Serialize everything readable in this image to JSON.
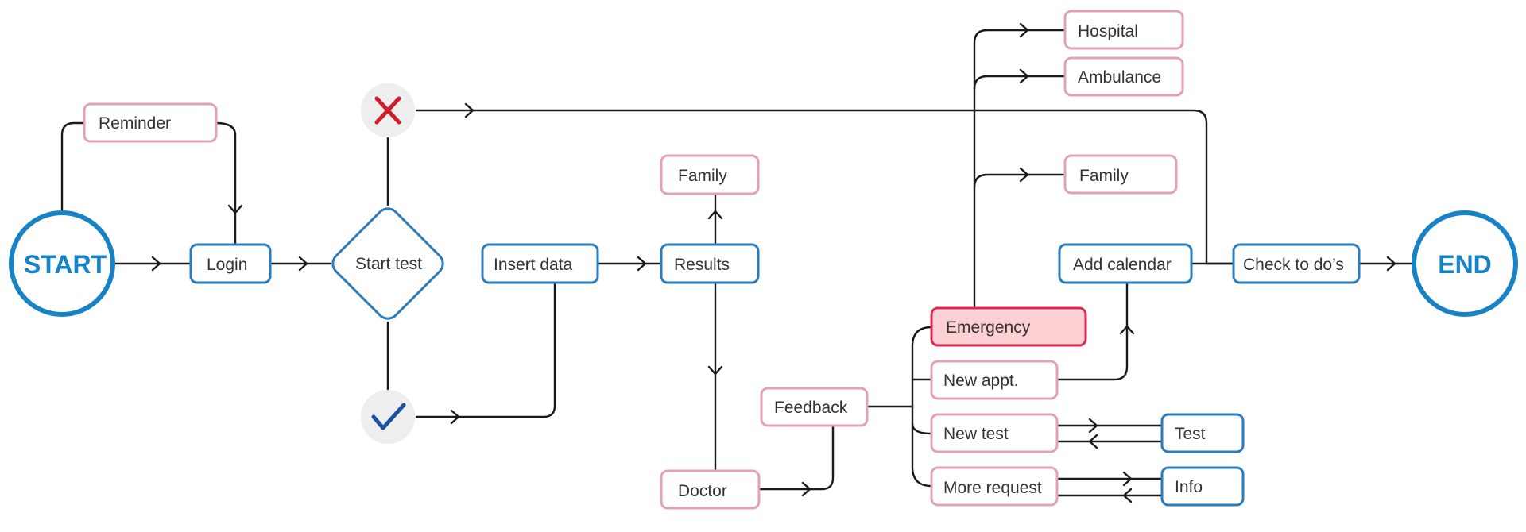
{
  "colors": {
    "blue": "#2b7bbf",
    "pink": "#e3a2b3",
    "emergency_border": "#e0294f",
    "emergency_fill": "#fdd0d3",
    "terminal": "#1783c6",
    "line": "#1a1a1a",
    "text": "#333333",
    "icon_bg": "#eeeeee",
    "cross": "#cc1f2a",
    "check": "#1f4fa0"
  },
  "terminals": {
    "start": "START",
    "end": "END"
  },
  "decision": {
    "label": "Start test"
  },
  "icons": {
    "cancel": "cross-mark-icon",
    "confirm": "check-mark-icon"
  },
  "nodes": {
    "reminder": "Reminder",
    "login": "Login",
    "insert_data": "Insert data",
    "results": "Results",
    "family_top": "Family",
    "doctor": "Doctor",
    "feedback": "Feedback",
    "emergency": "Emergency",
    "new_appt": "New appt.",
    "new_test": "New test",
    "more_request": "More request",
    "hospital": "Hospital",
    "ambulance": "Ambulance",
    "family_right": "Family",
    "add_calendar": "Add calendar",
    "check_todos": "Check to do’s",
    "test": "Test",
    "info": "Info"
  }
}
